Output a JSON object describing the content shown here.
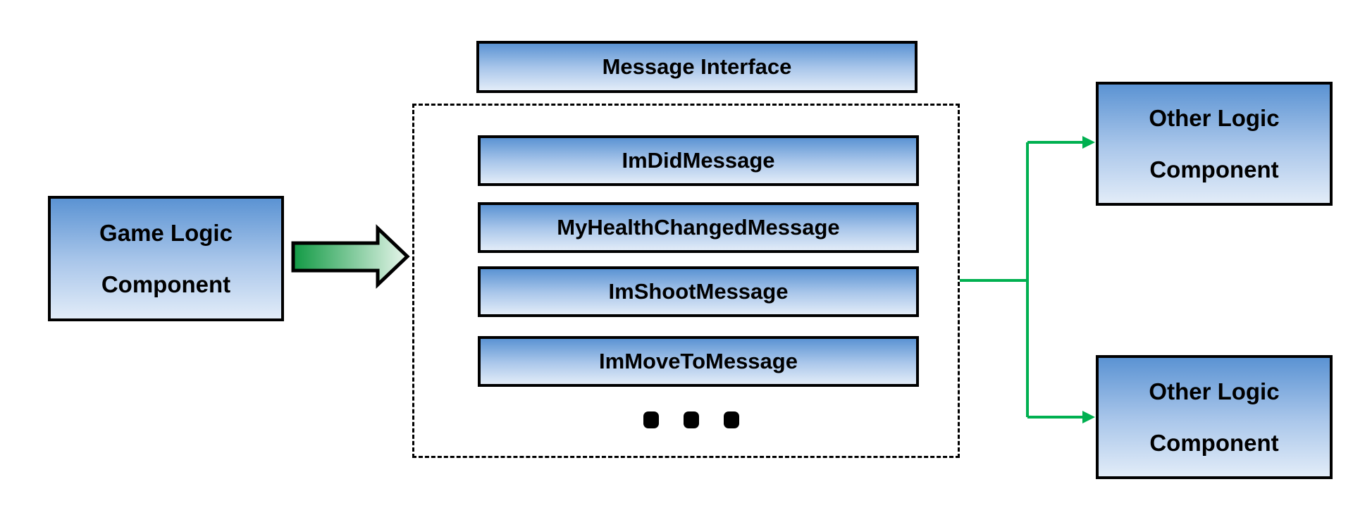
{
  "game_logic": {
    "line1": "Game Logic",
    "line2": "Component"
  },
  "message_interface": {
    "label": "Message Interface"
  },
  "messages": [
    {
      "label": "ImDidMessage"
    },
    {
      "label": "MyHealthChangedMessage"
    },
    {
      "label": "ImShootMessage"
    },
    {
      "label": "ImMoveToMessage"
    }
  ],
  "other_logic_top": {
    "line1": "Other Logic",
    "line2": "Component"
  },
  "other_logic_bottom": {
    "line1": "Other Logic",
    "line2": "Component"
  },
  "colors": {
    "box_gradient_top": "#5b93d3",
    "box_gradient_bottom": "#e2ecf8",
    "connector_green": "#00b050",
    "arrow_green_dark": "#119a44",
    "arrow_green_light": "#e8f6ec"
  }
}
